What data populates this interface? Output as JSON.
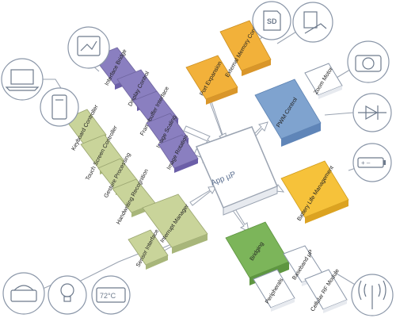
{
  "center": {
    "label": "App µP",
    "color": "#ffffff"
  },
  "colors": {
    "purple": "#8a7fc0",
    "green_light": "#c9d49a",
    "orange": "#f2b13a",
    "yellow": "#f6c23a",
    "blue": "#7fa3cf",
    "green": "#7cb55a",
    "white": "#ffffff"
  },
  "blocks": {
    "interface_bridge": "Interface Bridge",
    "display_control": "Display Control",
    "framebuffer": "Framebuffer Interface",
    "image_scaling": "Image Scaling",
    "image_rotation": "Image Rotation",
    "keyboard": "Keyboard Controller",
    "touch_screen": "Touch Screen Controller",
    "gesture": "Gesture Processing",
    "handwriting": "Handwriting Recognition",
    "interrupt": "Interrupt Manager",
    "sensor": "Sensor Interface",
    "port_expansion": "Port Expansion",
    "external_memory": "External Memory Controller",
    "pwm": "PWM Control",
    "zoom_motor": "Zoom Motor",
    "battery": "Battery Life Management",
    "bridging": "Bridging",
    "peripherals": "Peripherals",
    "baseband": "Baseband µP",
    "cellular": "Cellular RF Module"
  },
  "icons": {
    "sd_card_text": "SD",
    "thermostat_text": "72°C"
  }
}
